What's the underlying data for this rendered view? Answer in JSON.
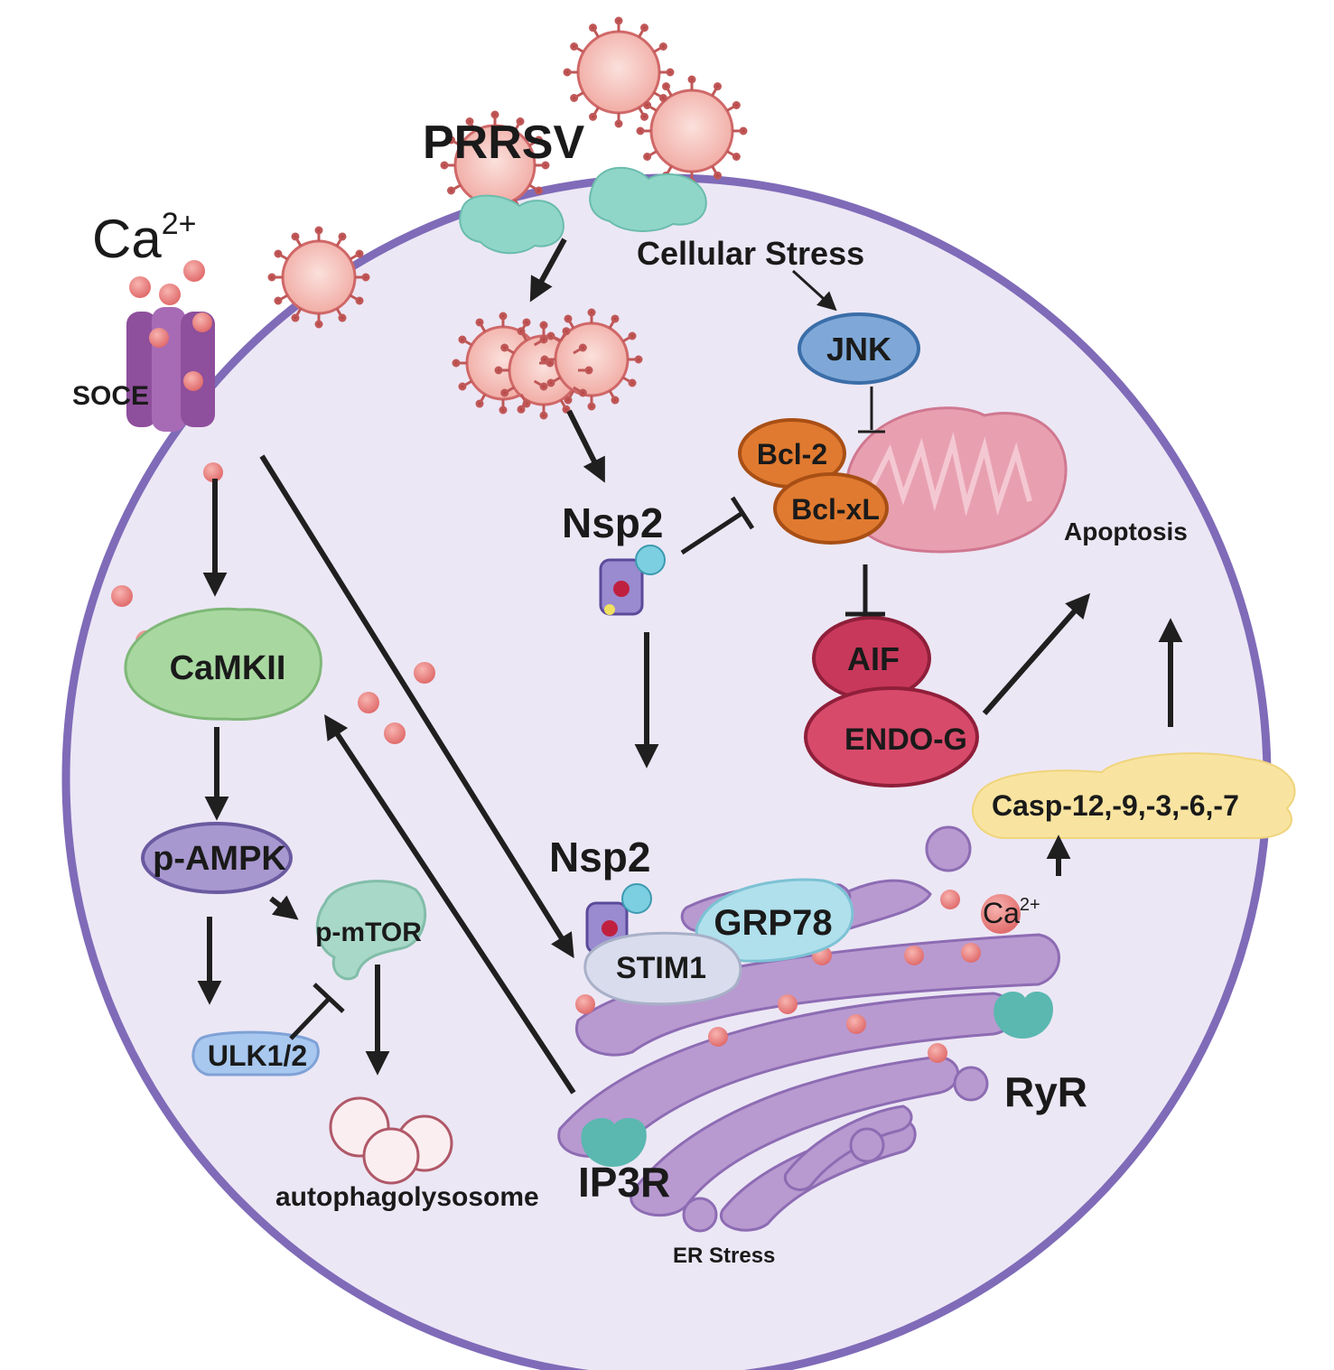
{
  "labels": {
    "ca_extracellular": "Ca",
    "ca_extracellular_sup": "2+",
    "soce": "SOCE",
    "prrsv": "PRRSV",
    "cellular_stress": "Cellular Stress",
    "jnk": "JNK",
    "bcl2": "Bcl-2",
    "bclxl": "Bcl-xL",
    "nsp2_top": "Nsp2",
    "apoptosis": "Apoptosis",
    "aif": "AIF",
    "endog": "ENDO-G",
    "camkii": "CaMKII",
    "pampk": "p-AMPK",
    "pmtor": "p-mTOR",
    "ulk": "ULK1/2",
    "autophagolysosome": "autophagolysosome",
    "nsp2_er": "Nsp2",
    "grp78": "GRP78",
    "stim1": "STIM1",
    "casp": "Casp-12,-9,-3,-6,-7",
    "ca_er": "Ca",
    "ca_er_sup": "2+",
    "ryr": "RyR",
    "ip3r": "IP3R",
    "er_stress": "ER  Stress"
  },
  "colors": {
    "cell_fill": "#ece7f5",
    "cell_border": "#7f6bb8",
    "virus": "#e89090",
    "receptor": "#8fd6c8",
    "ca_ion": "#e87a7a",
    "soce_channel": "#9a5fa8",
    "jnk": "#7fa8d8",
    "bcl": "#e07a30",
    "mito": "#e8a0b0",
    "aif": "#c8385a",
    "camkii": "#a8d8a0",
    "pampk": "#a898d0",
    "pmtor": "#a8d8c8",
    "ulk": "#a8c8f0",
    "er": "#b89ad0",
    "grp78": "#b0e0ec",
    "stim1": "#d8dcec",
    "casp": "#f8e4a0",
    "channel_teal": "#5ab8b0"
  }
}
